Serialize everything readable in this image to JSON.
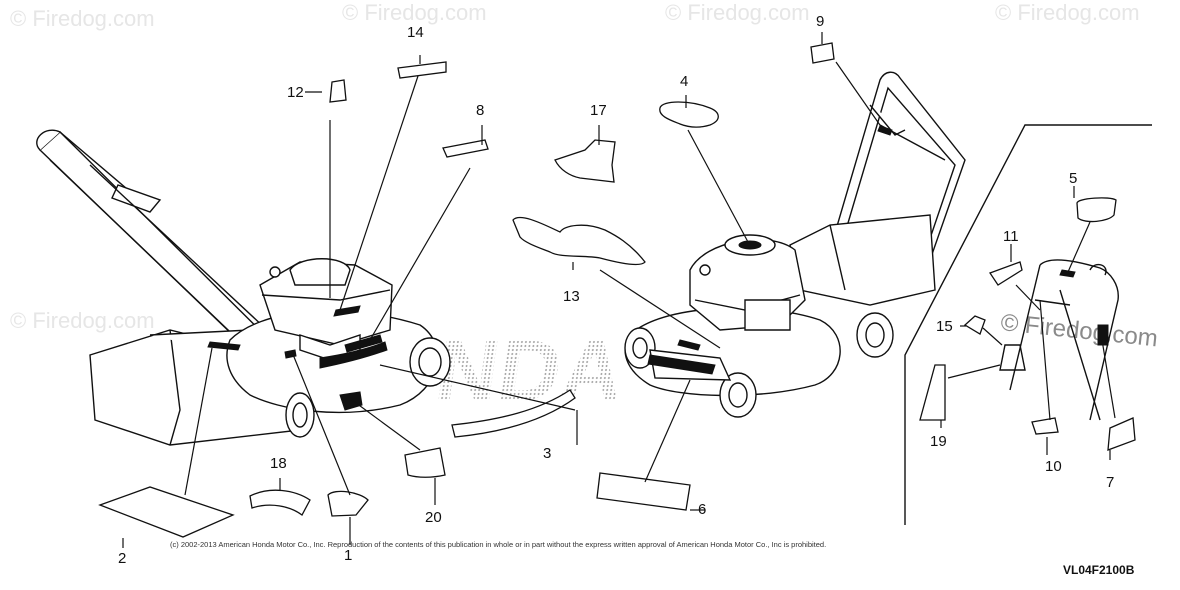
{
  "watermarks": {
    "top_left": "© Firedog.com",
    "top_center": "© Firedog.com",
    "top_center2": "© Firedog.com",
    "top_right": "© Firedog.com",
    "mid_left": "© Firedog.com",
    "mid_right": "© Firedog.com",
    "brand_background": "HONDA"
  },
  "callouts": {
    "c1": "1",
    "c2": "2",
    "c3": "3",
    "c4": "4",
    "c5": "5",
    "c6": "6",
    "c7": "7",
    "c8": "8",
    "c9": "9",
    "c10": "10",
    "c11": "11",
    "c12": "12",
    "c13": "13",
    "c14": "14",
    "c15": "15",
    "c17": "17",
    "c18": "18",
    "c19": "19",
    "c20": "20"
  },
  "copyright": "(c) 2002-2013 American Honda Motor Co., Inc. Reproduction of the contents of this publication in whole or in part without the express written approval of American Honda Motor Co., Inc is prohibited.",
  "diagram_code": "VL04F2100B"
}
